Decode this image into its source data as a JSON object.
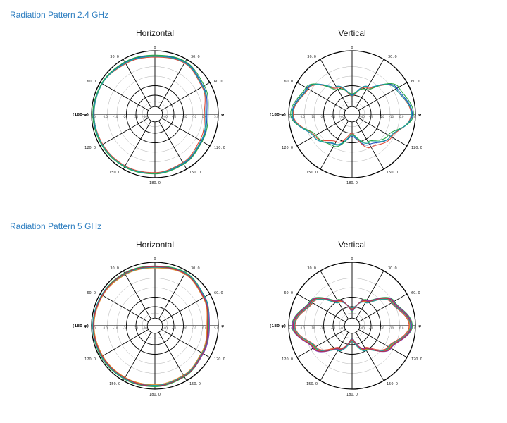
{
  "sections": [
    {
      "title": "Radiation Pattern 2.4 GHz"
    },
    {
      "title": "Radiation Pattern 5 GHz"
    }
  ],
  "angle_labels": [
    "0",
    "30. 0",
    "60. 0",
    "120. 0",
    "150. 0",
    "180. 0",
    "120. 0",
    "60. 0",
    "30. 0",
    "150. 0"
  ],
  "radial_labels": [
    "5.0",
    "0.0",
    "-10",
    "-20",
    "-30",
    "-40"
  ],
  "left_label": "(180-φ)",
  "right_label": "φ",
  "chart_data": [
    {
      "type": "polar",
      "title": "Horizontal",
      "band": "2.4 GHz",
      "angles": [
        "0",
        "30. 0",
        "60. 0",
        "φ",
        "120. 0",
        "150. 0",
        "180. 0",
        "150. 0",
        "120. 0",
        "(180-φ)",
        "60. 0",
        "30. 0"
      ],
      "radial_ticks": [
        "5.0",
        "0.0",
        "-10",
        "-20",
        "-30",
        "-40"
      ],
      "grid": true,
      "series_colors": [
        "#1f4fbf",
        "#e04b3a",
        "#2aa84a",
        "#1aa3a3"
      ],
      "series": [
        {
          "values": [
            0.92,
            0.95,
            0.88,
            0.82,
            0.85,
            0.9,
            0.93,
            0.95,
            0.96,
            0.97,
            0.97,
            0.94
          ]
        },
        {
          "values": [
            0.9,
            0.93,
            0.86,
            0.78,
            0.82,
            0.88,
            0.92,
            0.94,
            0.95,
            0.96,
            0.96,
            0.92
          ]
        },
        {
          "values": [
            0.93,
            0.96,
            0.9,
            0.84,
            0.86,
            0.91,
            0.94,
            0.96,
            0.97,
            0.98,
            0.97,
            0.95
          ]
        },
        {
          "values": [
            0.91,
            0.94,
            0.87,
            0.8,
            0.84,
            0.89,
            0.93,
            0.95,
            0.96,
            0.96,
            0.96,
            0.93
          ]
        }
      ]
    },
    {
      "type": "polar",
      "title": "Vertical",
      "band": "2.4 GHz",
      "angles": [
        "0",
        "30. 0",
        "60. 0",
        "φ",
        "120. 0",
        "150. 0",
        "180. 0",
        "150. 0",
        "120. 0",
        "(180-φ)",
        "60. 0",
        "30. 0"
      ],
      "radial_ticks": [
        "5.0",
        "0.0",
        "-10",
        "-20",
        "-30",
        "-40"
      ],
      "grid": true,
      "series_colors": [
        "#1f4fbf",
        "#e04b3a",
        "#2aa84a",
        "#1aa3a3"
      ],
      "series": [
        {
          "values": [
            0.3,
            0.5,
            0.82,
            0.95,
            0.7,
            0.55,
            0.35,
            0.55,
            0.7,
            0.95,
            0.82,
            0.5
          ]
        },
        {
          "values": [
            0.28,
            0.48,
            0.8,
            0.93,
            0.72,
            0.6,
            0.3,
            0.5,
            0.68,
            0.93,
            0.8,
            0.48
          ]
        },
        {
          "values": [
            0.32,
            0.45,
            0.85,
            0.97,
            0.66,
            0.5,
            0.32,
            0.58,
            0.66,
            0.97,
            0.84,
            0.45
          ]
        },
        {
          "values": [
            0.29,
            0.5,
            0.8,
            0.94,
            0.7,
            0.52,
            0.33,
            0.54,
            0.7,
            0.94,
            0.81,
            0.5
          ]
        }
      ]
    },
    {
      "type": "polar",
      "title": "Horizontal",
      "band": "5 GHz",
      "angles": [
        "0",
        "30. 0",
        "60. 0",
        "φ",
        "120. 0",
        "150. 0",
        "180. 0",
        "150. 0",
        "120. 0",
        "(180-φ)",
        "60. 0",
        "30. 0"
      ],
      "radial_ticks": [
        "5.0",
        "0.0",
        "-10",
        "-20",
        "-30",
        "-40"
      ],
      "grid": true,
      "series_colors": [
        "#1f4fbf",
        "#e04b3a",
        "#2aa84a",
        "#e08a2a",
        "#8a3fbf",
        "#1aa3a3",
        "#b03050"
      ],
      "series": [
        {
          "values": [
            0.93,
            0.96,
            0.9,
            0.84,
            0.87,
            0.92,
            0.95,
            0.96,
            0.97,
            0.98,
            0.97,
            0.95
          ]
        },
        {
          "values": [
            0.92,
            0.95,
            0.89,
            0.83,
            0.86,
            0.91,
            0.94,
            0.95,
            0.96,
            0.97,
            0.96,
            0.94
          ]
        },
        {
          "values": [
            0.94,
            0.97,
            0.91,
            0.85,
            0.88,
            0.93,
            0.96,
            0.97,
            0.98,
            0.98,
            0.97,
            0.96
          ]
        },
        {
          "values": [
            0.91,
            0.94,
            0.88,
            0.82,
            0.85,
            0.9,
            0.93,
            0.94,
            0.95,
            0.96,
            0.95,
            0.93
          ]
        },
        {
          "values": [
            0.93,
            0.95,
            0.9,
            0.86,
            0.88,
            0.92,
            0.95,
            0.96,
            0.97,
            0.97,
            0.96,
            0.95
          ]
        },
        {
          "values": [
            0.92,
            0.96,
            0.91,
            0.84,
            0.86,
            0.91,
            0.94,
            0.96,
            0.97,
            0.98,
            0.97,
            0.94
          ]
        },
        {
          "values": [
            0.93,
            0.95,
            0.89,
            0.83,
            0.87,
            0.92,
            0.95,
            0.95,
            0.96,
            0.97,
            0.96,
            0.95
          ]
        }
      ]
    },
    {
      "type": "polar",
      "title": "Vertical",
      "band": "5 GHz",
      "angles": [
        "0",
        "30. 0",
        "60. 0",
        "φ",
        "120. 0",
        "150. 0",
        "180. 0",
        "150. 0",
        "120. 0",
        "(180-φ)",
        "60. 0",
        "30. 0"
      ],
      "radial_ticks": [
        "5.0",
        "0.0",
        "-10",
        "-20",
        "-30",
        "-40"
      ],
      "grid": true,
      "series_colors": [
        "#1f4fbf",
        "#e04b3a",
        "#2aa84a",
        "#e08a2a",
        "#8a3fbf",
        "#1aa3a3",
        "#b03050"
      ],
      "series": [
        {
          "values": [
            0.25,
            0.45,
            0.75,
            0.93,
            0.7,
            0.42,
            0.22,
            0.42,
            0.7,
            0.93,
            0.75,
            0.45
          ]
        },
        {
          "values": [
            0.27,
            0.43,
            0.72,
            0.9,
            0.66,
            0.4,
            0.24,
            0.4,
            0.66,
            0.9,
            0.72,
            0.43
          ]
        },
        {
          "values": [
            0.23,
            0.47,
            0.77,
            0.95,
            0.68,
            0.44,
            0.2,
            0.44,
            0.68,
            0.95,
            0.77,
            0.47
          ]
        },
        {
          "values": [
            0.26,
            0.44,
            0.74,
            0.91,
            0.69,
            0.43,
            0.23,
            0.41,
            0.69,
            0.92,
            0.74,
            0.44
          ]
        },
        {
          "values": [
            0.24,
            0.46,
            0.76,
            0.94,
            0.71,
            0.41,
            0.21,
            0.43,
            0.71,
            0.94,
            0.76,
            0.46
          ]
        },
        {
          "values": [
            0.28,
            0.42,
            0.73,
            0.92,
            0.67,
            0.45,
            0.25,
            0.45,
            0.67,
            0.91,
            0.73,
            0.42
          ]
        },
        {
          "values": [
            0.25,
            0.45,
            0.75,
            0.93,
            0.7,
            0.42,
            0.22,
            0.42,
            0.7,
            0.93,
            0.75,
            0.45
          ]
        }
      ]
    }
  ]
}
